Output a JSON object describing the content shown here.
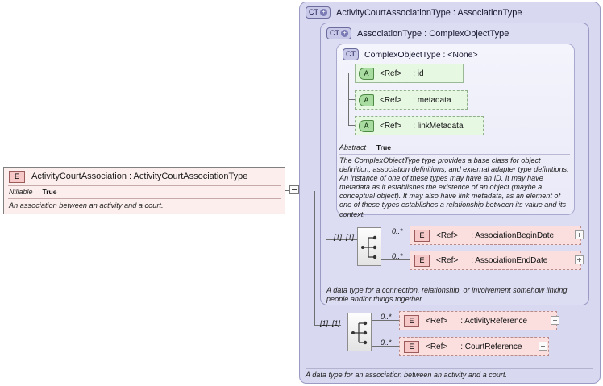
{
  "element": {
    "badge": "E",
    "title": "ActivityCourtAssociation : ActivityCourtAssociationType",
    "prop_key": "Nillable",
    "prop_value": "True",
    "documentation": "An association between an activity and a court."
  },
  "panels": {
    "outer": {
      "badge": "CT",
      "expander": "+",
      "title": "ActivityCourtAssociationType : AssociationType",
      "documentation": "A data type for an association between an activity and a court."
    },
    "middle": {
      "badge": "CT",
      "expander": "+",
      "title": "AssociationType : ComplexObjectType",
      "documentation": "A data type for a connection, relationship, or involvement somehow linking people and/or things together."
    },
    "inner": {
      "badge": "CT",
      "title": "ComplexObjectType : <None>",
      "abstract_key": "Abstract",
      "abstract_value": "True",
      "documentation": "The ComplexObjectType type provides a base class for object definition, association definitions, and external adapter type definitions. An instance of one of these types may have an ID. It may have metadata as it establishes the existence of an object (maybe a conceptual object). It may also have link metadata, as an element of one of these types establishes a relationship between its value and its context."
    }
  },
  "attributes": [
    {
      "badge": "A",
      "ref": "<Ref>",
      "name": ": id"
    },
    {
      "badge": "A",
      "ref": "<Ref>",
      "name": ": metadata"
    },
    {
      "badge": "A",
      "ref": "<Ref>",
      "name": ": linkMetadata"
    }
  ],
  "sequences": [
    {
      "occurrence": "[1]..[1]",
      "elements": [
        {
          "badge": "E",
          "ref": "<Ref>",
          "name": ": AssociationBeginDate",
          "cardinality": "0..*"
        },
        {
          "badge": "E",
          "ref": "<Ref>",
          "name": ": AssociationEndDate",
          "cardinality": "0..*"
        }
      ]
    },
    {
      "occurrence": "[1]..[1]",
      "elements": [
        {
          "badge": "E",
          "ref": "<Ref>",
          "name": ": ActivityReference",
          "cardinality": "0..*"
        },
        {
          "badge": "E",
          "ref": "<Ref>",
          "name": ": CourtReference",
          "cardinality": "0..*"
        }
      ]
    }
  ],
  "colors": {
    "element_fill": "#fdeeee",
    "attribute_fill": "#e6f7e2",
    "panel_fill": "#d8d8f0",
    "badge_ct": "#c8c8e8"
  }
}
